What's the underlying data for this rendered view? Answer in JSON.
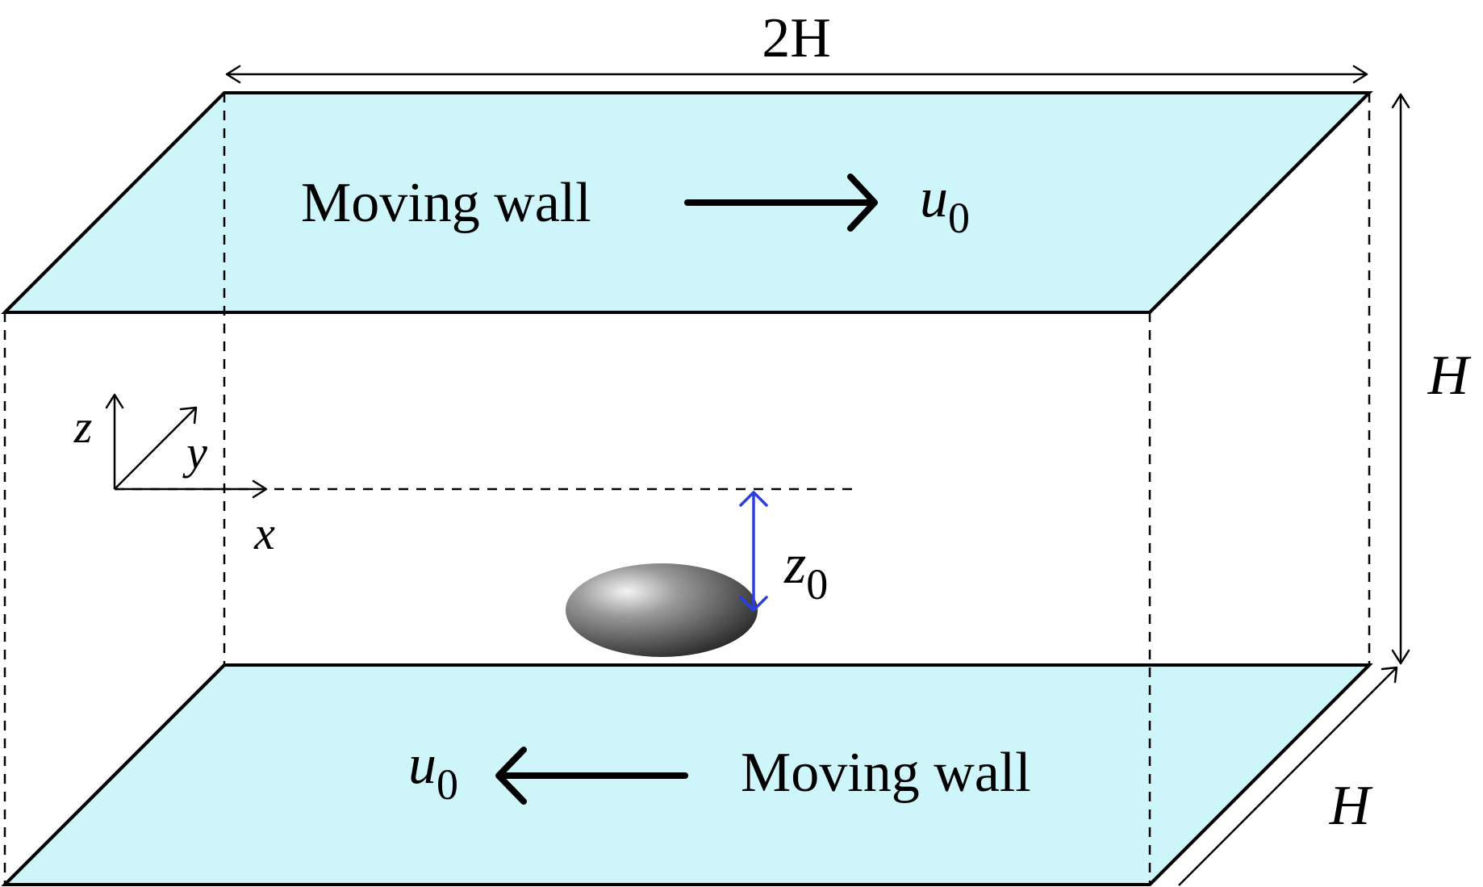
{
  "top_wall": {
    "label": "Moving wall",
    "velocity_symbol": "u",
    "velocity_subscript": "0",
    "direction": "right"
  },
  "bottom_wall": {
    "label": "Moving wall",
    "velocity_symbol": "u",
    "velocity_subscript": "0",
    "direction": "left"
  },
  "dimensions": {
    "length_label": "2H",
    "height_label": "H",
    "depth_label": "H"
  },
  "axes": {
    "x": "x",
    "y": "y",
    "z": "z"
  },
  "particle_offset": {
    "symbol": "z",
    "subscript": "0"
  },
  "colors": {
    "wall_fill": "#cef6fa",
    "offset_arrow": "#2a3fe0",
    "particle": "#5a5a5a"
  }
}
